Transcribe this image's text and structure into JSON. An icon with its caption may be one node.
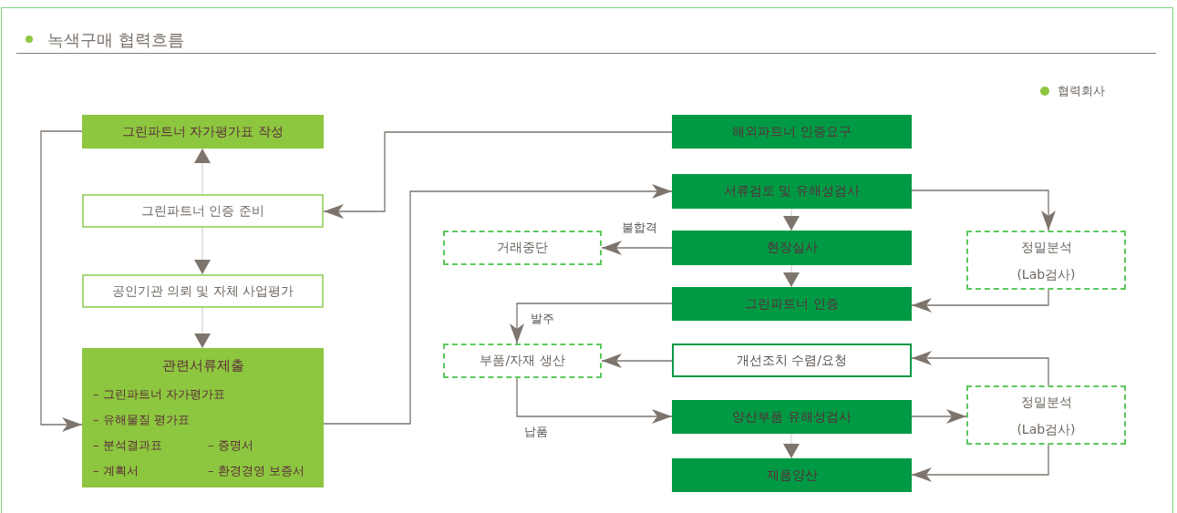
{
  "diagram": {
    "title": "녹색구매 협력흐름",
    "nodes": [
      {
        "text": [
          "그린파트너 자가평가표 작성"
        ]
      },
      {
        "text": [
          "그린파트너 인증 준비"
        ]
      },
      {
        "text": [
          "공인기관 의뢰 및 자체 사업평가"
        ]
      },
      {
        "text": [
          "관련서류제출",
          "– 그린파트너 자가평가표",
          "– 유해물질 평가표",
          "– 분석결과표",
          "– 증명서",
          "– 계획서",
          "– 환경경영 보증서"
        ]
      },
      {
        "text": [
          "해외파트너 인증요구"
        ]
      },
      {
        "text": [
          "서류검토 및 유해성검사"
        ]
      },
      {
        "text": [
          "거래중단"
        ]
      },
      {
        "text": [
          "현장실사"
        ]
      },
      {
        "text": [
          "정밀분석 (Lab검사)"
        ]
      },
      {
        "text": [
          "그린파트너 인증"
        ]
      },
      {
        "text": [
          "부품/자재 생산"
        ]
      },
      {
        "text": [
          "개선조치 수렴/요청"
        ]
      },
      {
        "text": [
          "양산부품 유해성검사"
        ]
      },
      {
        "text": [
          "정밀분석 (Lab검사)"
        ]
      },
      {
        "text": [
          "제품양산"
        ]
      }
    ],
    "edges": [
      {
        "from": 0,
        "to": 3,
        "arrow": "to"
      },
      {
        "from": 1,
        "to": 0,
        "arrow": "to"
      },
      {
        "from": 1,
        "to": 2,
        "arrow": "to"
      },
      {
        "from": 2,
        "to": 3,
        "arrow": "to"
      },
      {
        "from": 4,
        "to": 1,
        "arrow": "to"
      },
      {
        "from": 3,
        "to": 5,
        "arrow": "to"
      },
      {
        "from": 5,
        "to": 7,
        "arrow": "to"
      },
      {
        "from": 7,
        "to": 6,
        "arrow": "to",
        "label": "불합격"
      },
      {
        "from": 7,
        "to": 9,
        "arrow": "to"
      },
      {
        "from": 5,
        "to": 8,
        "arrow": "to"
      },
      {
        "from": 8,
        "to": 9,
        "arrow": "to"
      },
      {
        "from": 9,
        "to": 10,
        "arrow": "to",
        "label": "발주"
      },
      {
        "from": 11,
        "to": 10,
        "arrow": "to"
      },
      {
        "from": 10,
        "to": 12,
        "arrow": "to",
        "label": "납품"
      },
      {
        "from": 12,
        "to": 13,
        "arrow": "to"
      },
      {
        "from": 13,
        "to": 11,
        "arrow": "to"
      },
      {
        "from": 12,
        "to": 14,
        "arrow": "to"
      },
      {
        "from": 13,
        "to": 14,
        "arrow": "to"
      }
    ],
    "legend": [
      {
        "text": "협력회사",
        "color": "#8dc63f"
      }
    ]
  }
}
